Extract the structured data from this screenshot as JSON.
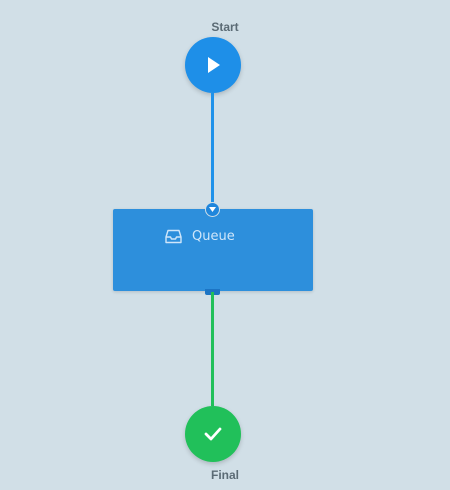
{
  "flow": {
    "start": {
      "label": "Start",
      "icon": "play-icon",
      "color": "#1e8fe8"
    },
    "queue": {
      "title": "Queue",
      "icon": "inbox-icon",
      "color": "#2d8fdc"
    },
    "final": {
      "label": "Final",
      "icon": "check-icon",
      "color": "#21c05a"
    },
    "connectors": {
      "start_to_queue_color": "#1f92ea",
      "queue_to_final_color": "#21c05a"
    }
  }
}
